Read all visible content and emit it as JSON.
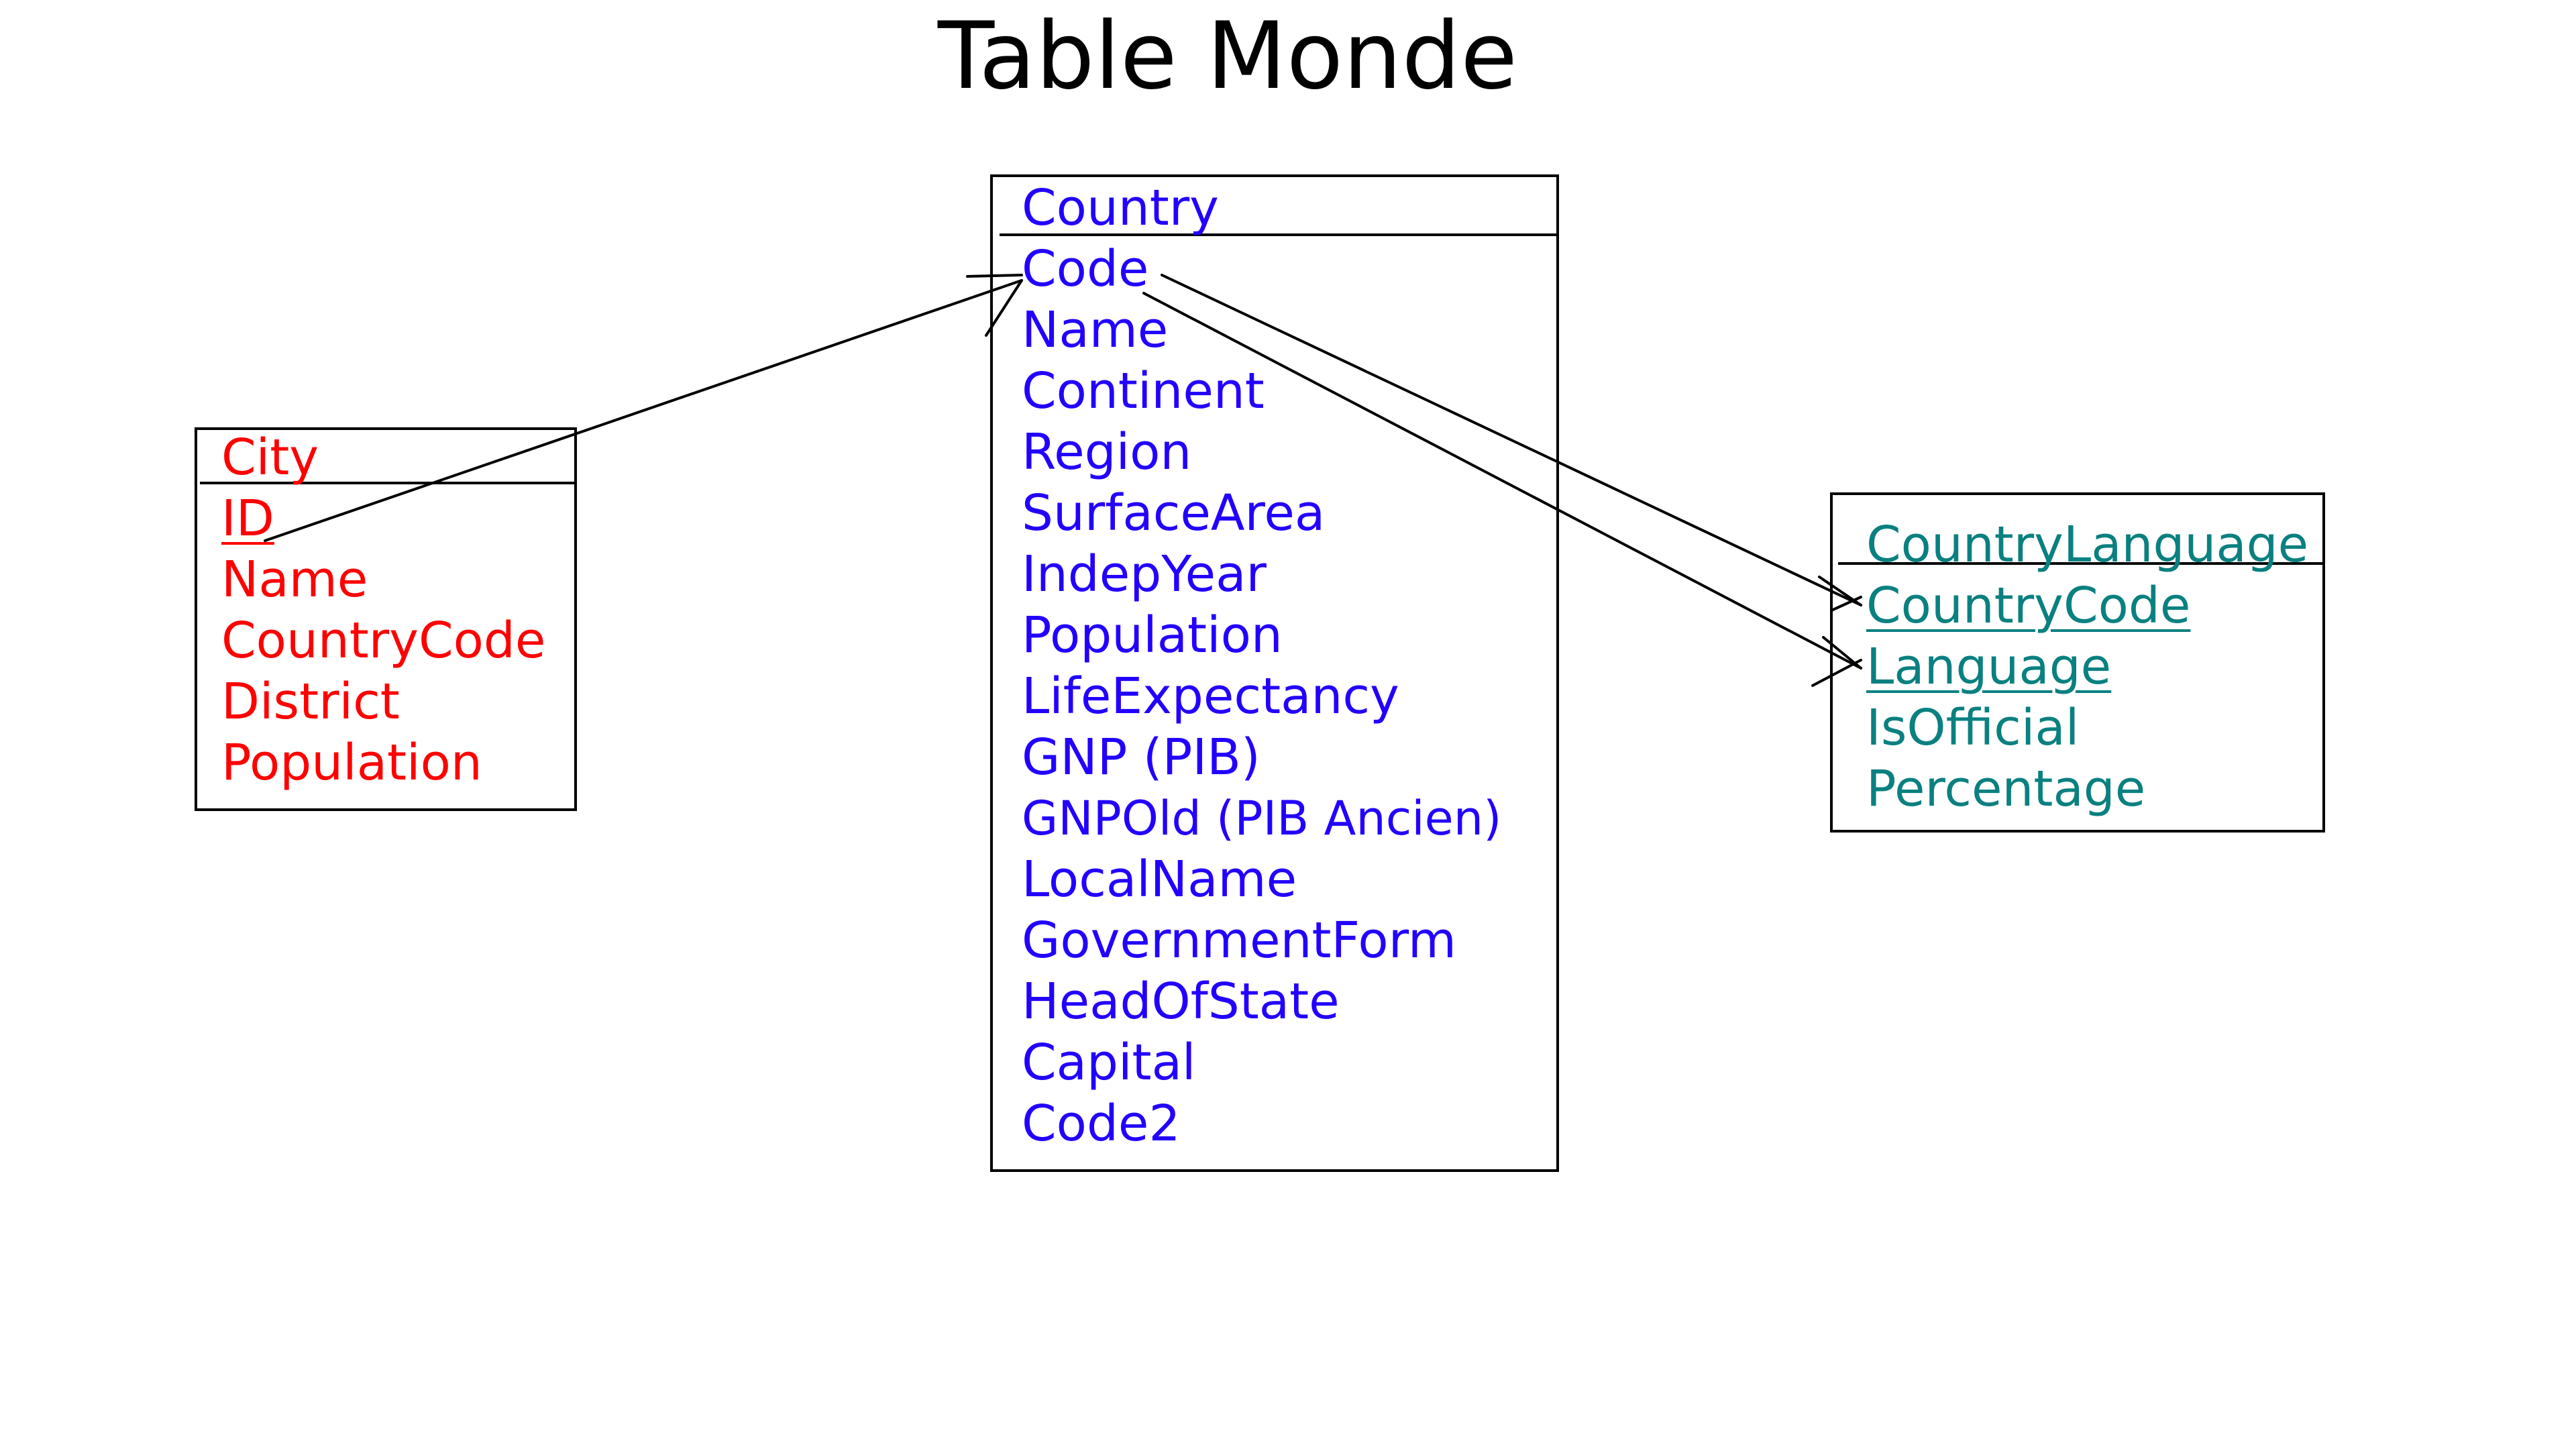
{
  "title": "Table Monde",
  "colors": {
    "city": "#ff0000",
    "country": "#2200ff",
    "country_language": "#0a8080",
    "lines": "#000000"
  },
  "entities": {
    "city": {
      "name": "City",
      "fields": [
        "ID",
        "Name",
        "CountryCode",
        "District",
        "Population"
      ]
    },
    "country": {
      "name": "Country",
      "fields": [
        "Code",
        "Name",
        "Continent",
        "Region",
        "SurfaceArea",
        "IndepYear",
        "Population",
        "LifeExpectancy",
        "GNP (PIB)",
        "GNPOld (PIB Ancien)",
        "LocalName",
        "GovernmentForm",
        "HeadOfState",
        "Capital",
        "Code2"
      ]
    },
    "country_language": {
      "name": "CountryLanguage",
      "fields": [
        "CountryCode",
        "Language",
        "IsOfficial",
        "Percentage"
      ]
    }
  }
}
